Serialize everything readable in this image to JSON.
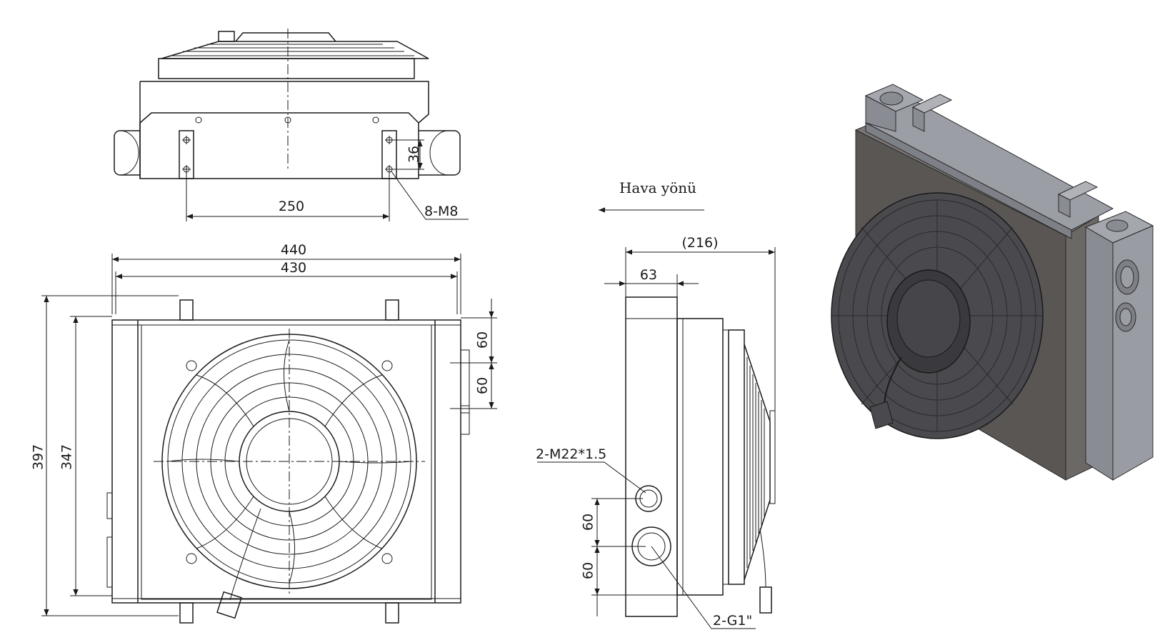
{
  "dimensions": {
    "top_view": {
      "spacing_v": "36",
      "spacing_h": "250",
      "bolt_callout": "8-M8"
    },
    "front_view": {
      "overall_width": "440",
      "inner_width": "430",
      "overall_height": "397",
      "inner_height": "347",
      "port_spacing_1": "60",
      "port_spacing_2": "60"
    },
    "side_view": {
      "depth": "(216)",
      "body_depth": "63",
      "port_spacing_1": "60",
      "port_spacing_2": "60",
      "thread_callout": "2-M22*1.5",
      "port_callout": "2-G1\""
    }
  },
  "annotation": {
    "airflow_label": "Hava yönü"
  },
  "colors": {
    "line": "#1a1a1a",
    "render_body": "#5a5654",
    "render_side": "#8a8c93",
    "render_top": "#9c9ea6",
    "render_fan": "#3a3a3e"
  }
}
